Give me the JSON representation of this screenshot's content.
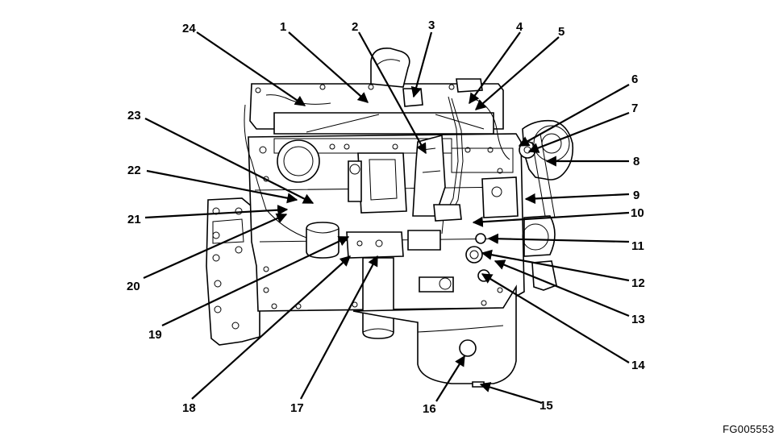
{
  "figure_id": "FG005553",
  "callouts": [
    "1",
    "2",
    "3",
    "4",
    "5",
    "6",
    "7",
    "8",
    "9",
    "10",
    "11",
    "12",
    "13",
    "14",
    "15",
    "16",
    "17",
    "18",
    "19",
    "20",
    "21",
    "22",
    "23",
    "24"
  ]
}
